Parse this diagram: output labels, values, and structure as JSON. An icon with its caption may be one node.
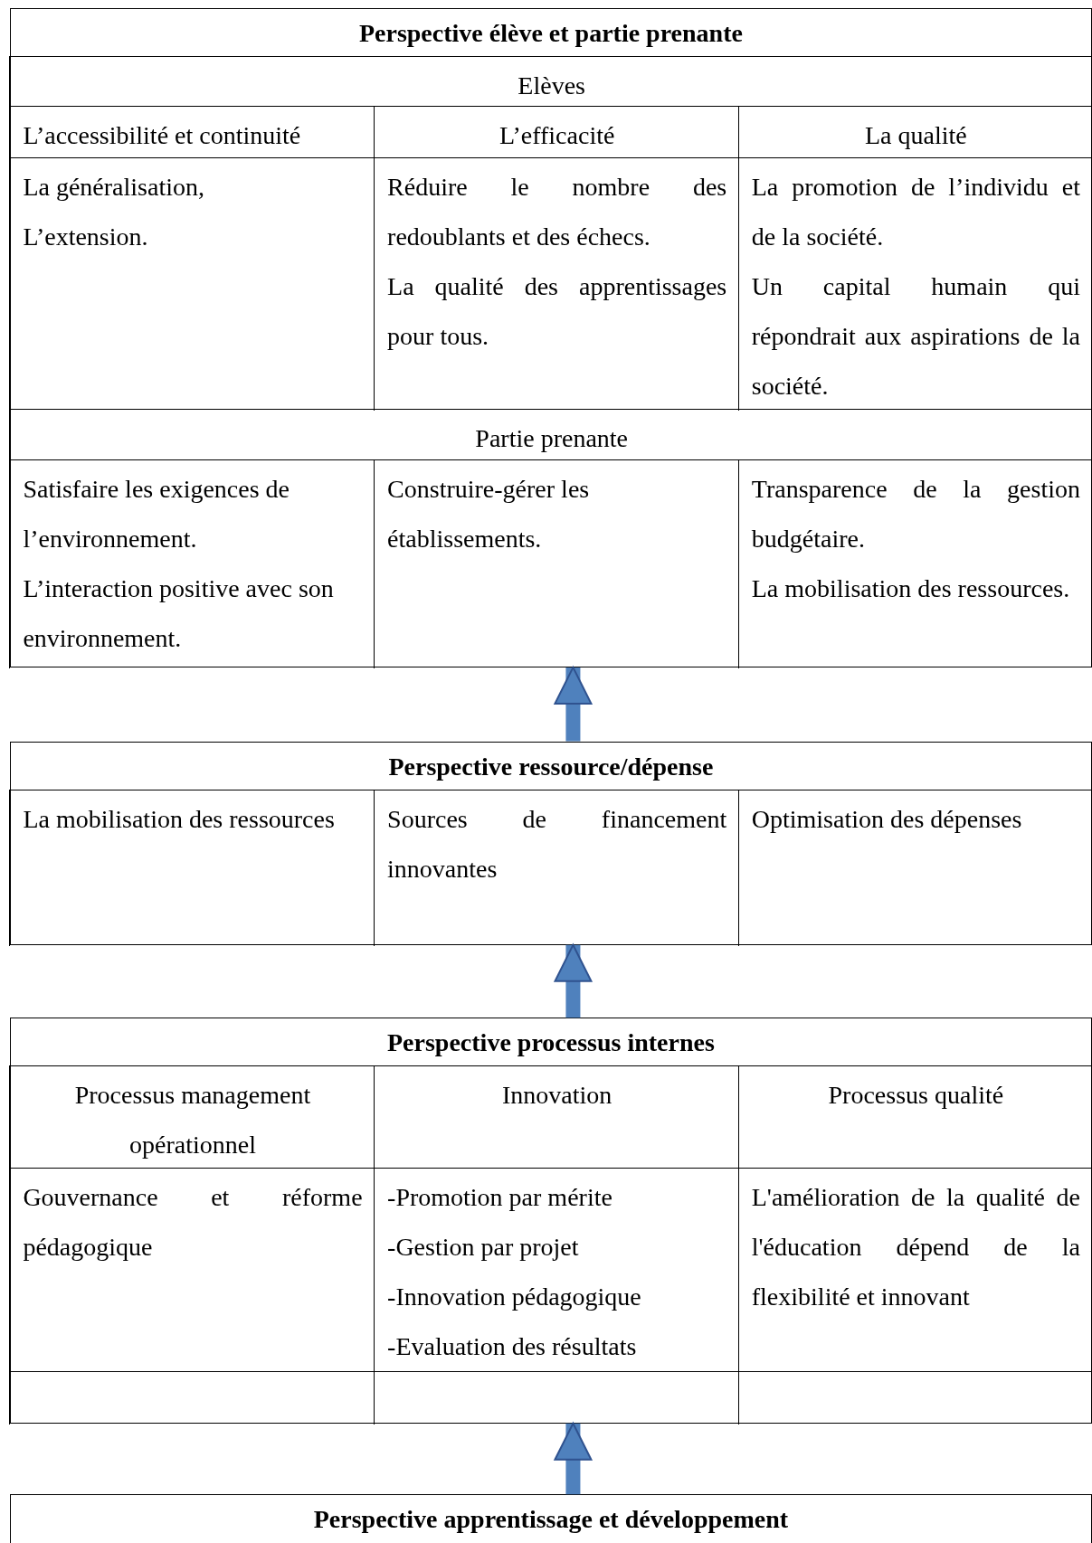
{
  "diagram": {
    "nodes": [
      {
        "text": [
          "Perspective élève et partie prenante"
        ]
      },
      {
        "text": [
          "Elèves"
        ],
        "in": 0
      },
      {
        "text": [
          "L’accessibilité et continuité"
        ],
        "in": 0
      },
      {
        "text": [
          "L’efficacité"
        ],
        "in": 0
      },
      {
        "text": [
          "La qualité"
        ],
        "in": 0
      },
      {
        "text": [
          "La généralisation,",
          "L’extension."
        ],
        "in": 0
      },
      {
        "text": [
          "Réduire le nombre des redoublants et des échecs.",
          "La qualité des apprentissages pour tous."
        ],
        "in": 0
      },
      {
        "text": [
          "La promotion de l’individu et de la société.",
          "Un capital humain qui répondrait aux aspirations de la société."
        ],
        "in": 0
      },
      {
        "text": [
          "Partie prenante"
        ],
        "in": 0
      },
      {
        "text": [
          "Satisfaire les exigences de l’environnement.",
          "L’interaction positive avec son environnement."
        ],
        "in": 0
      },
      {
        "text": [
          "Construire-gérer les établissements."
        ],
        "in": 0
      },
      {
        "text": [
          "Transparence de la gestion budgétaire.",
          "La mobilisation des ressources."
        ],
        "in": 0
      },
      {
        "text": [
          "Perspective ressource/dépense"
        ]
      },
      {
        "text": [
          "La mobilisation des ressources"
        ],
        "in": 12
      },
      {
        "text": [
          "Sources de financement innovantes"
        ],
        "in": 12
      },
      {
        "text": [
          "Optimisation des dépenses"
        ],
        "in": 12
      },
      {
        "text": [
          "Perspective processus internes"
        ]
      },
      {
        "text": [
          "Processus management opérationnel"
        ],
        "in": 16
      },
      {
        "text": [
          "Innovation"
        ],
        "in": 16
      },
      {
        "text": [
          "Processus qualité"
        ],
        "in": 16
      },
      {
        "text": [
          "Gouvernance et réforme pédagogique"
        ],
        "in": 16
      },
      {
        "text": [
          "-Promotion par mérite",
          "-Gestion par projet",
          "-Innovation pédagogique",
          "-Evaluation des résultats"
        ],
        "in": 16
      },
      {
        "text": [
          "L'amélioration de la qualité de l'éducation dépend de la flexibilité et innovant"
        ],
        "in": 16
      },
      {
        "text": [],
        "shape": "box",
        "in": 16
      },
      {
        "text": [],
        "shape": "box",
        "in": 16
      },
      {
        "text": [],
        "shape": "box",
        "in": 16
      },
      {
        "text": [
          "Perspective apprentissage et développement"
        ]
      }
    ],
    "edges": [
      {
        "from": 12,
        "to": 0,
        "arrow": "to"
      },
      {
        "from": 16,
        "to": 12,
        "arrow": "to"
      },
      {
        "from": 26,
        "to": 16,
        "arrow": "to"
      }
    ]
  }
}
